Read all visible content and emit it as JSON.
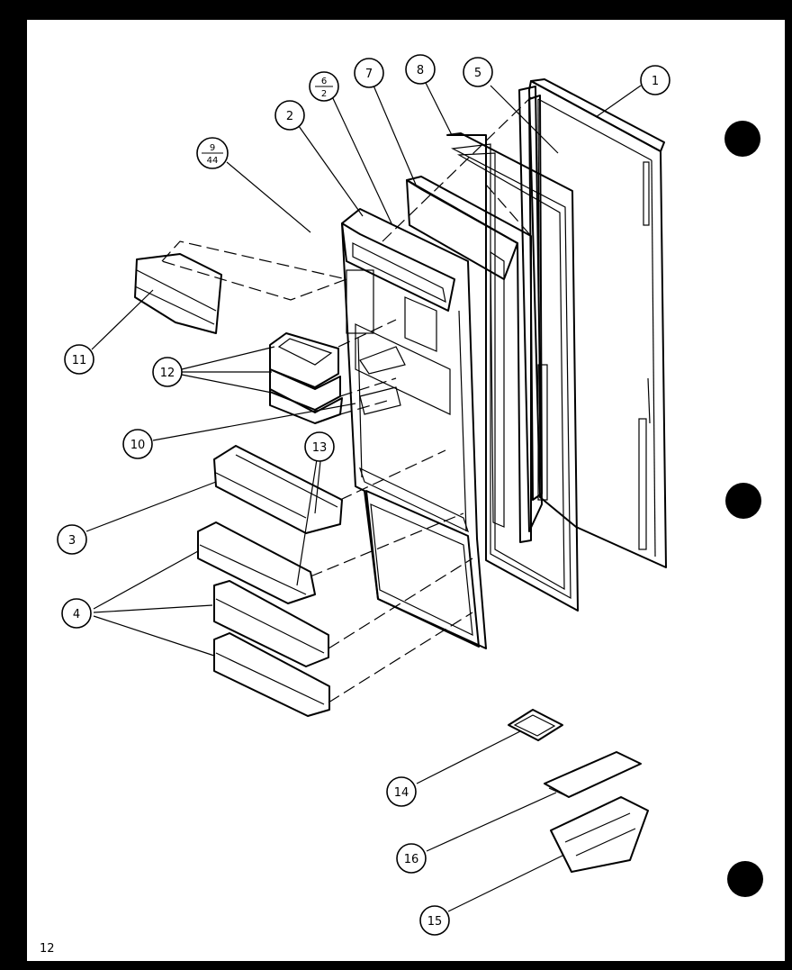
{
  "page_number": "12",
  "callouts": [
    {
      "id": "c1",
      "label": "1"
    },
    {
      "id": "c2",
      "label": "2"
    },
    {
      "id": "c5",
      "label": "5"
    },
    {
      "id": "c8",
      "label": "8"
    },
    {
      "id": "c7",
      "label": "7"
    },
    {
      "id": "c6",
      "num": "6",
      "den": "2"
    },
    {
      "id": "c9",
      "num": "9",
      "den": "44"
    },
    {
      "id": "c11",
      "label": "11"
    },
    {
      "id": "c12",
      "label": "12"
    },
    {
      "id": "c10",
      "label": "10"
    },
    {
      "id": "c3",
      "label": "3"
    },
    {
      "id": "c13",
      "label": "13"
    },
    {
      "id": "c4",
      "label": "4"
    },
    {
      "id": "c14",
      "label": "14"
    },
    {
      "id": "c16",
      "label": "16"
    },
    {
      "id": "c15",
      "label": "15"
    }
  ]
}
